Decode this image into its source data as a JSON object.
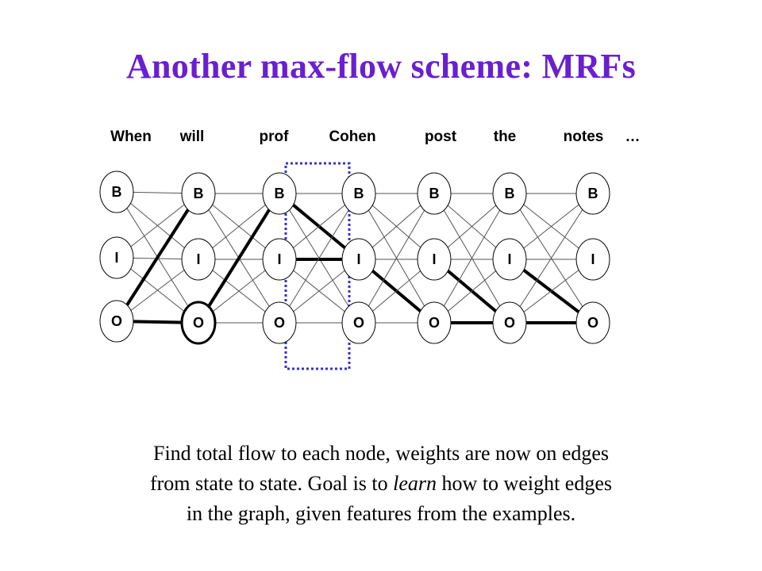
{
  "slide": {
    "title": "Another max-flow scheme: MRFs"
  },
  "sentence": {
    "words": [
      "When",
      "will",
      "prof",
      "Cohen",
      "post",
      "the",
      "notes",
      "…"
    ]
  },
  "states": [
    "B",
    "I",
    "O"
  ],
  "highlight_color": "#3333cc",
  "caption": {
    "line1": "Find total flow to each node, weights are now on edges",
    "line2_a": "from state to state.  Goal is to ",
    "line2_em": "learn",
    "line2_b": " how to weight edges",
    "line3": "in the graph, given features from the examples."
  }
}
